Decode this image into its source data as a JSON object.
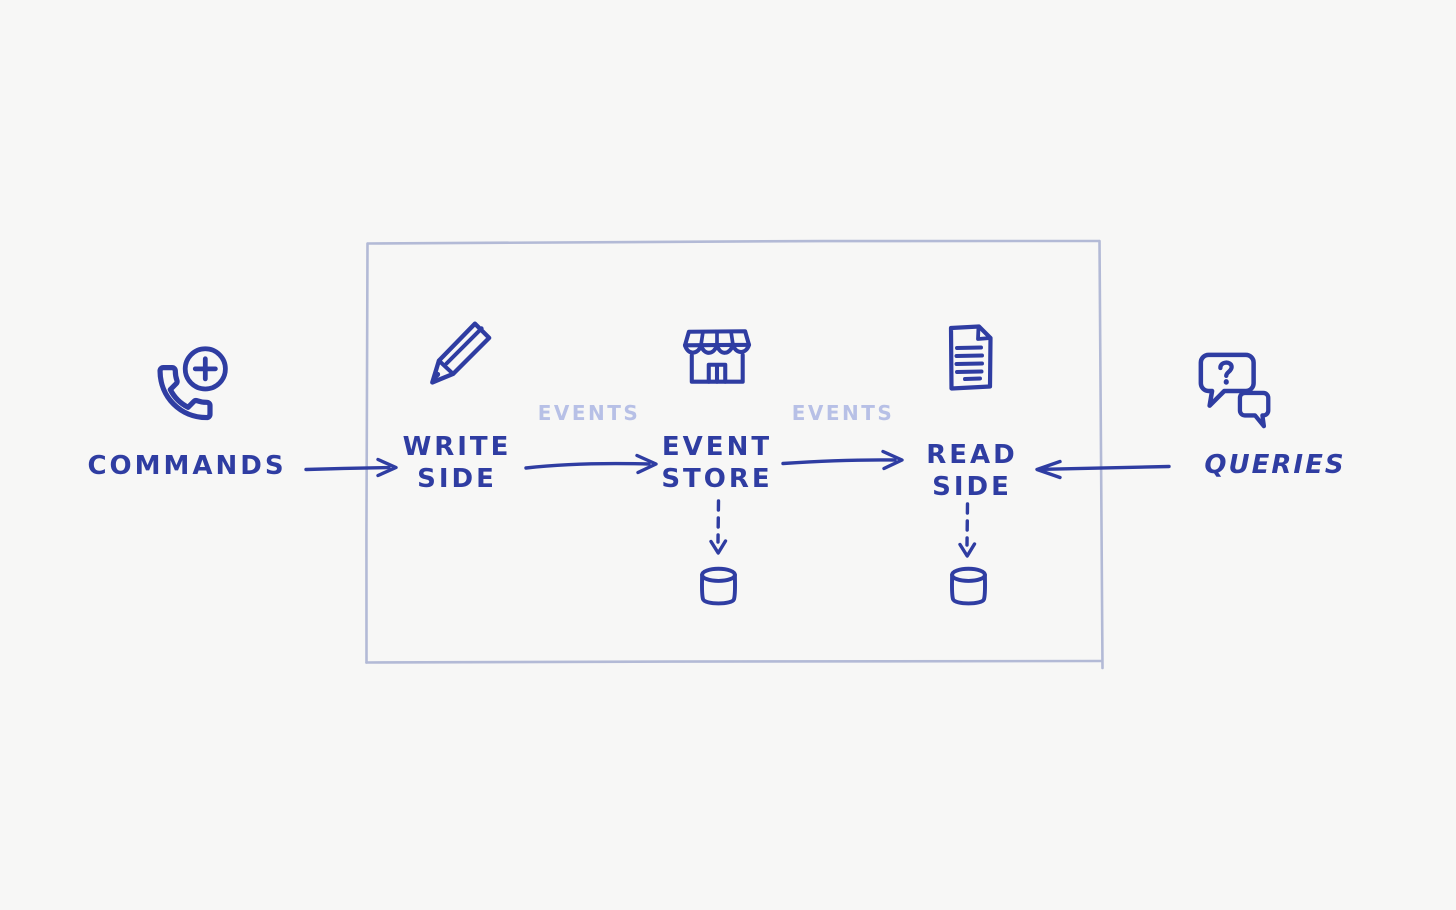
{
  "colors": {
    "bg": "#f7f7f6",
    "ink": "#2f3da2",
    "muted": "#b7c0e6",
    "box_border": "#b3bad6"
  },
  "diagram": {
    "type": "flow",
    "description_of_boundary": "large hand-drawn rectangle enclosing write side, event store and read side",
    "nodes": {
      "commands": {
        "label": "COMMANDS",
        "icon": "phone-add-icon"
      },
      "write_side": {
        "line1": "WRITE",
        "line2": "SIDE",
        "icon": "pencil-icon"
      },
      "event_store": {
        "line1": "EVENT",
        "line2": "STORE",
        "icon": "store-icon"
      },
      "read_side": {
        "line1": "READ",
        "line2": "SIDE",
        "icon": "document-icon"
      },
      "queries": {
        "label": "QUERIES",
        "icon": "question-bubbles-icon"
      },
      "event_store_db": {
        "icon": "database-icon"
      },
      "read_side_db": {
        "icon": "database-icon"
      }
    },
    "edges": [
      {
        "from": "commands",
        "to": "write_side",
        "label": "",
        "style": "solid"
      },
      {
        "from": "write_side",
        "to": "event_store",
        "label": "EVENTS",
        "style": "solid"
      },
      {
        "from": "event_store",
        "to": "read_side",
        "label": "EVENTS",
        "style": "solid"
      },
      {
        "from": "queries",
        "to": "read_side",
        "label": "",
        "style": "solid"
      },
      {
        "from": "event_store",
        "to": "event_store_db",
        "label": "",
        "style": "dashed"
      },
      {
        "from": "read_side",
        "to": "read_side_db",
        "label": "",
        "style": "dashed"
      }
    ]
  }
}
